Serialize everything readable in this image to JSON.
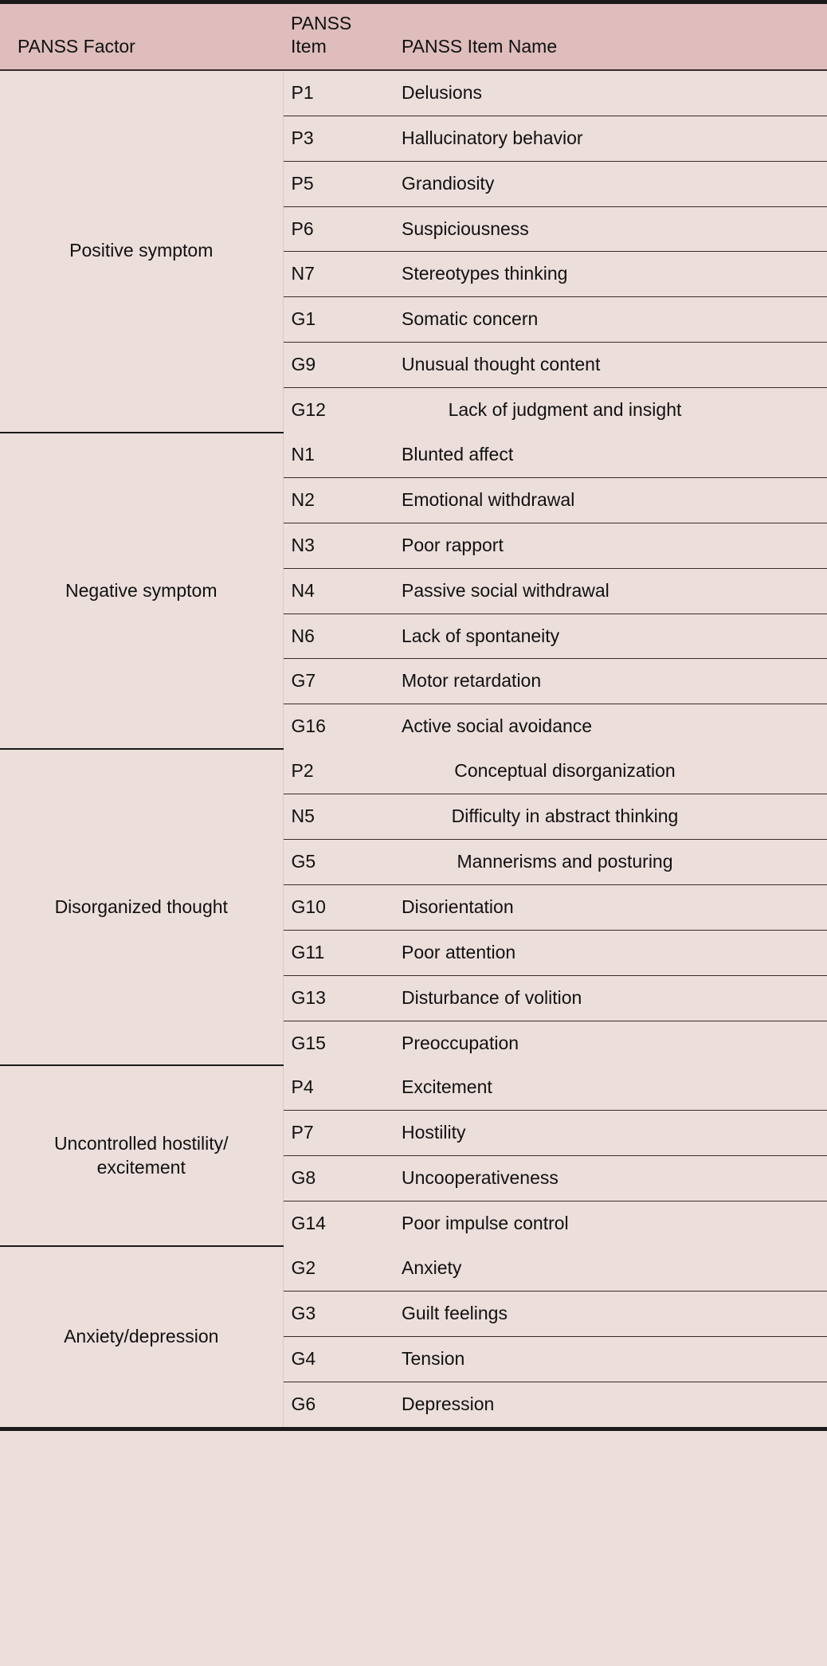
{
  "table": {
    "columns": {
      "factor": "PANSS Factor",
      "item": "PANSS\nItem",
      "item_line1": "PANSS",
      "item_line2": "Item",
      "name": "PANSS Item Name"
    },
    "colors": {
      "header_background": "#debdbc",
      "body_background": "#ecdedb",
      "rule": "#3b2b28",
      "heavy_rule": "#1a1a1a",
      "text": "#111111"
    },
    "sections": [
      {
        "factor": "Positive symptom",
        "rows": [
          {
            "item": "P1",
            "name": "Delusions"
          },
          {
            "item": "P3",
            "name": "Hallucinatory behavior"
          },
          {
            "item": "P5",
            "name": "Grandiosity"
          },
          {
            "item": "P6",
            "name": "Suspiciousness"
          },
          {
            "item": "N7",
            "name": "Stereotypes thinking"
          },
          {
            "item": "G1",
            "name": "Somatic concern"
          },
          {
            "item": "G9",
            "name": "Unusual thought content"
          },
          {
            "item": "G12",
            "name": "Lack of judgment and insight",
            "wrapped": true
          }
        ]
      },
      {
        "factor": "Negative symptom",
        "rows": [
          {
            "item": "N1",
            "name": "Blunted affect"
          },
          {
            "item": "N2",
            "name": "Emotional withdrawal"
          },
          {
            "item": "N3",
            "name": "Poor rapport"
          },
          {
            "item": "N4",
            "name": "Passive social withdrawal"
          },
          {
            "item": "N6",
            "name": "Lack of spontaneity"
          },
          {
            "item": "G7",
            "name": "Motor retardation"
          },
          {
            "item": "G16",
            "name": "Active social avoidance"
          }
        ]
      },
      {
        "factor": "Disorganized thought",
        "rows": [
          {
            "item": "P2",
            "name": "Conceptual disorganization",
            "wrapped": true
          },
          {
            "item": "N5",
            "name": "Difficulty in abstract thinking",
            "wrapped": true
          },
          {
            "item": "G5",
            "name": "Mannerisms and posturing",
            "wrapped": true
          },
          {
            "item": "G10",
            "name": "Disorientation"
          },
          {
            "item": "G11",
            "name": "Poor attention"
          },
          {
            "item": "G13",
            "name": "Disturbance of volition"
          },
          {
            "item": "G15",
            "name": "Preoccupation"
          }
        ]
      },
      {
        "factor": "Uncontrolled hostility/ excitement",
        "factor_wrapped": true,
        "rows": [
          {
            "item": "P4",
            "name": "Excitement"
          },
          {
            "item": "P7",
            "name": "Hostility"
          },
          {
            "item": "G8",
            "name": "Uncooperativeness"
          },
          {
            "item": "G14",
            "name": "Poor impulse control"
          }
        ]
      },
      {
        "factor": "Anxiety/depression",
        "rows": [
          {
            "item": "G2",
            "name": "Anxiety"
          },
          {
            "item": "G3",
            "name": "Guilt feelings"
          },
          {
            "item": "G4",
            "name": "Tension"
          },
          {
            "item": "G6",
            "name": "Depression"
          }
        ]
      }
    ]
  }
}
